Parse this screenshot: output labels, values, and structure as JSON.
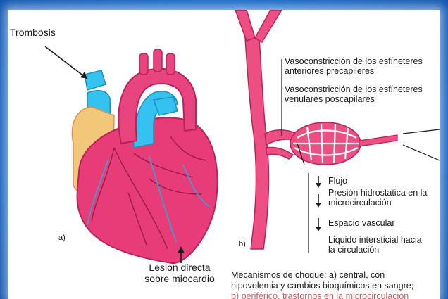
{
  "labels": {
    "trombosis": "Trombosis",
    "panel_a": "a)",
    "panel_b": "b)",
    "lesion_line1": "Lesion directa",
    "lesion_line2": "sobre miocardio",
    "vaso1_line1": "Vasoconstricción  de los esfíneteres",
    "vaso1_line2": "anteriores precapileres",
    "vaso2_line1": "Vasoconstricción  de los esfíneteres",
    "vaso2_line2": "venulares poscapilares",
    "flujo": "Flujo",
    "presion_line1": "Presión hidrostatica en la",
    "presion_line2": "microcirculación",
    "espacio": "Espacio vascular",
    "liquido_line1": "Liquido intersticial hacia",
    "liquido_line2": "la circulación"
  },
  "caption": {
    "line1": "Mecanismos de choque: a) central, con",
    "line2": "hipovolemia y cambios bioquímicos en sangre;",
    "line3": "b) periférico, trastornos en la microcirculación"
  },
  "colors": {
    "background_blue": "#1466c8",
    "heart_pink": "#e83c78",
    "vessel_pink": "#ee4f83",
    "vein_blue": "#35c2f0",
    "atrium_yellow": "#f3c77a"
  }
}
